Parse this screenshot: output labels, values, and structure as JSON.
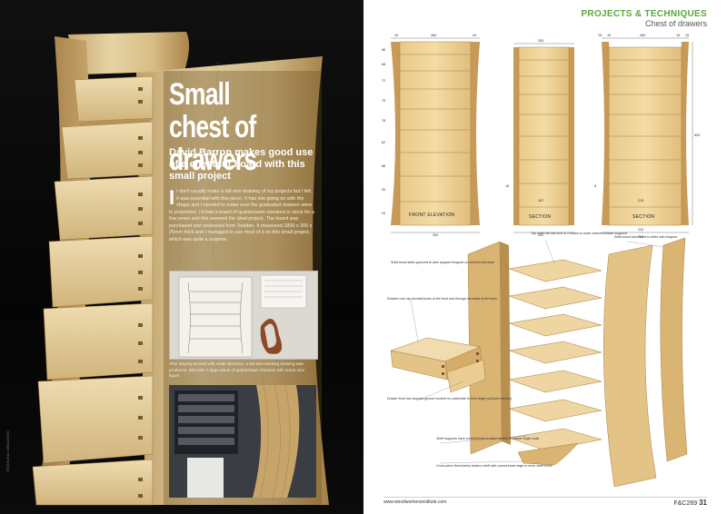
{
  "article": {
    "title": "Small chest of drawers",
    "standfirst": "David Barron makes good use of a chestnut board with this small project",
    "body": "I don't usually make a full-size drawing of my projects but I felt it was essential with this piece. It has lots going on with the shape and I needed to make sure the graduated drawers were in proportion. I'd had a board of quartersawn chestnut in stock for a few years and this seemed the ideal project. The board was purchased part seasoned from Toolden. It measured 1800 x 300 x 25mm thick and I managed to use most of it on this small project, which was quite a surprise.",
    "drop_cap": "I",
    "caption": "After playing around with scale sketches, a full-size working drawing was produced. BELOW: A large plank of quartersawn chestnut with some nice figure",
    "credit": "TECHNICAL DRAWINGS"
  },
  "section": {
    "kicker": "PROJECTS & TECHNIQUES",
    "subtitle": "Chest of drawers"
  },
  "drawings": {
    "front_label": "FRONT ELEVATION",
    "section_label": "SECTION",
    "section2_label": "SECTION",
    "dims": {
      "top_a": "40",
      "top_b": "280",
      "top_c": "40",
      "top_mid": "250",
      "top_r1": "15",
      "top_r2": "15",
      "top_r3": "280",
      "top_r4": "15",
      "top_r5": "15",
      "bottom_front": "300",
      "bottom_mid": "200",
      "bottom_r": "262",
      "bottom_r2": "242",
      "height": "890",
      "inner_mid": "167",
      "inner_r": "218",
      "side_mid": "18",
      "side_r": "8",
      "drawer_heights": [
        "86",
        "68",
        "72",
        "75",
        "78",
        "82",
        "86",
        "90",
        "94"
      ]
    }
  },
  "exploded_notes": {
    "n1": "Top shelf has flat front in contrast to lower shelves/drawer supports",
    "n2": "Solid wood sides grooved to take stopped tongues on shelves and back",
    "n3": "Solid wood back fixed to sides with tongues",
    "n4": "Drawers use lap dovetail joints at the front and through dovetails at the back",
    "n5": "Drawer front has stopped groove worked on underside to form finger pull (see section)",
    "n6": "Shelf supports have curved fronts to allow access to drawer finger pulls",
    "n7": "Cross piece fixed below bottom shelf with curved lower edge to echo shelf fronts"
  },
  "footer": {
    "url": "www.woodworkersinstitute.com",
    "issue": "F&C269",
    "page": "31"
  },
  "colors": {
    "accent": "#5aa63d",
    "wood": "#e8c98a",
    "wood_dark": "#c79a57"
  }
}
